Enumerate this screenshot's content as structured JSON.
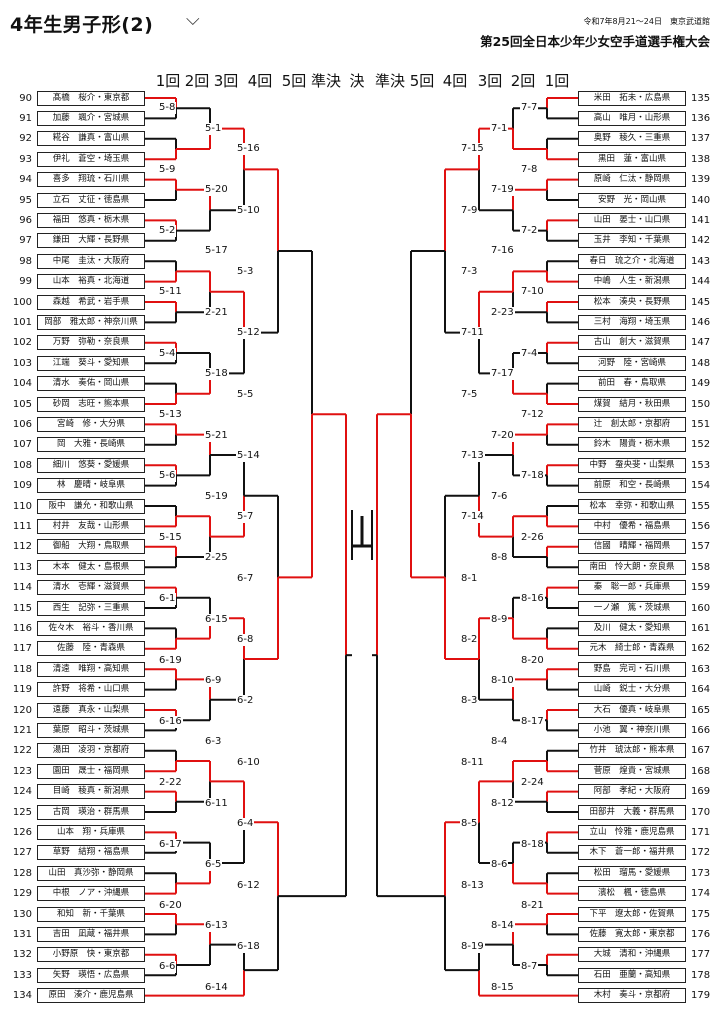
{
  "header": {
    "title": "4年生男子形(2)",
    "title_icon": "chevron-down-icon",
    "date": "令和7年8月21～24日　東京武道館",
    "event": "第25回全日本少年少女空手道選手権大会"
  },
  "rounds": [
    "1回",
    "2回",
    "3回",
    "4回",
    "5回",
    "準決",
    "決",
    "準決",
    "5回",
    "4回",
    "3回",
    "2回",
    "1回"
  ],
  "colors": {
    "winner": "#e01010",
    "line": "#111111"
  },
  "left_players": [
    {
      "no": "90",
      "name": "髙橋　桜介・東京都"
    },
    {
      "no": "91",
      "name": "加藤　颯介・宮城県"
    },
    {
      "no": "92",
      "name": "糀谷　謙真・富山県"
    },
    {
      "no": "93",
      "name": "伊礼　蒼空・埼玉県"
    },
    {
      "no": "94",
      "name": "喜多　翔琉・石川県"
    },
    {
      "no": "95",
      "name": "立石　丈征・徳島県"
    },
    {
      "no": "96",
      "name": "福田　悠真・栃木県"
    },
    {
      "no": "97",
      "name": "鎌田　大輝・長野県"
    },
    {
      "no": "98",
      "name": "中尾　圭汰・大阪府"
    },
    {
      "no": "99",
      "name": "山本　裕真・北海道"
    },
    {
      "no": "100",
      "name": "森越　希武・岩手県"
    },
    {
      "no": "101",
      "name": "岡部　雅太郎・神奈川県"
    },
    {
      "no": "102",
      "name": "万野　弥勒・奈良県"
    },
    {
      "no": "103",
      "name": "江端　葵斗・愛知県"
    },
    {
      "no": "104",
      "name": "清水　奏佑・岡山県"
    },
    {
      "no": "105",
      "name": "砂岡　志旺・熊本県"
    },
    {
      "no": "106",
      "name": "宮崎　修・大分県"
    },
    {
      "no": "107",
      "name": "岡　大雅・長崎県"
    },
    {
      "no": "108",
      "name": "細川　悠葵・愛媛県"
    },
    {
      "no": "109",
      "name": "林　慶晴・岐阜県"
    },
    {
      "no": "110",
      "name": "阪中　謙允・和歌山県"
    },
    {
      "no": "111",
      "name": "村井　友哉・山形県"
    },
    {
      "no": "112",
      "name": "御船　大翔・鳥取県"
    },
    {
      "no": "113",
      "name": "木本　健太・島根県"
    },
    {
      "no": "114",
      "name": "清水　壱輝・滋賀県"
    },
    {
      "no": "115",
      "name": "西生　記弥・三重県"
    },
    {
      "no": "116",
      "name": "佐々木　裕斗・香川県"
    },
    {
      "no": "117",
      "name": "佐藤　陸・青森県"
    },
    {
      "no": "118",
      "name": "清遠　唯翔・高知県"
    },
    {
      "no": "119",
      "name": "許野　将希・山口県"
    },
    {
      "no": "120",
      "name": "遠藤　真永・山梨県"
    },
    {
      "no": "121",
      "name": "葉原　昭斗・茨城県"
    },
    {
      "no": "122",
      "name": "湯田　凌羽・京都府"
    },
    {
      "no": "123",
      "name": "園田　晟士・福岡県"
    },
    {
      "no": "124",
      "name": "目崎　稜真・新潟県"
    },
    {
      "no": "125",
      "name": "古岡　瑛治・群馬県"
    },
    {
      "no": "126",
      "name": "山本　翔・兵庫県"
    },
    {
      "no": "127",
      "name": "草野　結翔・福島県"
    },
    {
      "no": "128",
      "name": "山田　真沙弥・静岡県"
    },
    {
      "no": "129",
      "name": "中根　ノア・沖縄県"
    },
    {
      "no": "130",
      "name": "和知　新・千葉県"
    },
    {
      "no": "131",
      "name": "吉田　凪蔵・福井県"
    },
    {
      "no": "132",
      "name": "小野原　快・東京都"
    },
    {
      "no": "133",
      "name": "矢野　瑛悟・広島県"
    },
    {
      "no": "134",
      "name": "原田　湊介・鹿児島県"
    }
  ],
  "right_players": [
    {
      "no": "135",
      "name": "米田　拓未・広島県"
    },
    {
      "no": "136",
      "name": "高山　唯月・山形県"
    },
    {
      "no": "137",
      "name": "奥野　稜久・三重県"
    },
    {
      "no": "138",
      "name": "黒田　蓮・富山県"
    },
    {
      "no": "139",
      "name": "原崎　仁汰・静岡県"
    },
    {
      "no": "140",
      "name": "安野　光・岡山県"
    },
    {
      "no": "141",
      "name": "山田　晏士・山口県"
    },
    {
      "no": "142",
      "name": "玉井　李知・千葉県"
    },
    {
      "no": "143",
      "name": "春日　琉之介・北海道"
    },
    {
      "no": "144",
      "name": "中嶋　人生・新潟県"
    },
    {
      "no": "145",
      "name": "松本　湊央・長野県"
    },
    {
      "no": "146",
      "name": "三村　海翔・埼玉県"
    },
    {
      "no": "147",
      "name": "古山　創大・滋賀県"
    },
    {
      "no": "148",
      "name": "河野　陸・宮崎県"
    },
    {
      "no": "149",
      "name": "前田　春・鳥取県"
    },
    {
      "no": "150",
      "name": "煤賀　結月・秋田県"
    },
    {
      "no": "151",
      "name": "辻　創太郎・京都府"
    },
    {
      "no": "152",
      "name": "鈴木　陽貴・栃木県"
    },
    {
      "no": "153",
      "name": "中野　蚕央斐・山梨県"
    },
    {
      "no": "154",
      "name": "前原　和空・長崎県"
    },
    {
      "no": "155",
      "name": "松本　幸弥・和歌山県"
    },
    {
      "no": "156",
      "name": "中村　優希・福島県"
    },
    {
      "no": "157",
      "name": "信國　晴輝・福岡県"
    },
    {
      "no": "158",
      "name": "南田　怜大朗・奈良県"
    },
    {
      "no": "159",
      "name": "秦　聡一郎・兵庫県"
    },
    {
      "no": "160",
      "name": "一ノ瀬　篤・茨城県"
    },
    {
      "no": "161",
      "name": "及川　健太・愛知県"
    },
    {
      "no": "162",
      "name": "元木　綺士郎・青森県"
    },
    {
      "no": "163",
      "name": "野島　完司・石川県"
    },
    {
      "no": "164",
      "name": "山崎　鋭士・大分県"
    },
    {
      "no": "165",
      "name": "大石　優真・岐阜県"
    },
    {
      "no": "166",
      "name": "小池　翼・神奈川県"
    },
    {
      "no": "167",
      "name": "竹井　琥汰郎・熊本県"
    },
    {
      "no": "168",
      "name": "菅原　煌貴・宮城県"
    },
    {
      "no": "169",
      "name": "阿部　孝紀・大阪府"
    },
    {
      "no": "170",
      "name": "田部井　大義・群馬県"
    },
    {
      "no": "171",
      "name": "立山　怜雅・鹿児島県"
    },
    {
      "no": "172",
      "name": "木下　蒼一郎・福井県"
    },
    {
      "no": "173",
      "name": "松田　瑠馬・愛媛県"
    },
    {
      "no": "174",
      "name": "濱松　楓・徳島県"
    },
    {
      "no": "175",
      "name": "下平　遼太郎・佐賀県"
    },
    {
      "no": "176",
      "name": "佐藤　寛太郎・東京都"
    },
    {
      "no": "177",
      "name": "大城　清和・沖縄県"
    },
    {
      "no": "178",
      "name": "石田　亜蘭・高知県"
    },
    {
      "no": "179",
      "name": "木村　奏斗・京都府"
    }
  ],
  "left_labels": [
    "5-8",
    "5-1",
    "5-16",
    "5-9",
    "5-20",
    "5-10",
    "5-2",
    "5-17",
    "5-3",
    "5-11",
    "2-21",
    "5-12",
    "5-4",
    "5-18",
    "5-5",
    "5-13",
    "5-21",
    "5-14",
    "5-6",
    "5-19",
    "5-7",
    "5-15",
    "2-25",
    "6-7",
    "6-1",
    "6-15",
    "6-8",
    "6-19",
    "6-9",
    "6-2",
    "6-16",
    "6-3",
    "6-10",
    "2-22",
    "6-11",
    "6-4",
    "6-17",
    "6-5",
    "6-12",
    "6-20",
    "6-13",
    "6-18",
    "6-6",
    "6-14"
  ],
  "right_labels": [
    "7-7",
    "7-1",
    "7-15",
    "7-8",
    "7-19",
    "7-9",
    "7-2",
    "7-16",
    "7-3",
    "7-10",
    "2-23",
    "7-11",
    "7-4",
    "7-17",
    "7-5",
    "7-12",
    "7-20",
    "7-13",
    "7-18",
    "7-6",
    "7-14",
    "2-26",
    "8-8",
    "8-1",
    "8-16",
    "8-9",
    "8-2",
    "8-20",
    "8-10",
    "8-3",
    "8-17",
    "8-4",
    "8-11",
    "2-24",
    "8-12",
    "8-5",
    "8-18",
    "8-6",
    "8-13",
    "8-21",
    "8-14",
    "8-19",
    "8-7",
    "8-15"
  ]
}
